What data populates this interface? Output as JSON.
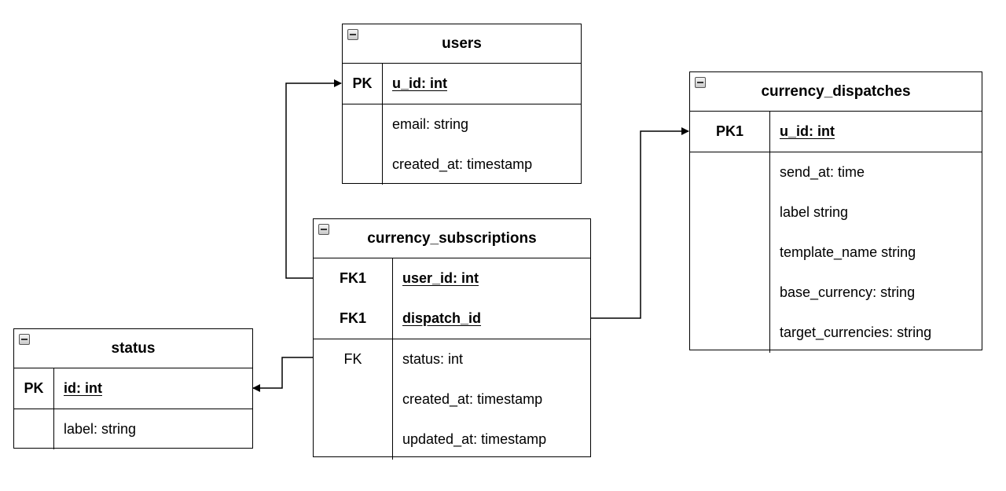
{
  "tables": {
    "users": {
      "title": "users",
      "pk": {
        "key": "PK",
        "field": "u_id: int"
      },
      "fields": [
        {
          "key": "",
          "field": "email: string"
        },
        {
          "key": "",
          "field": "created_at: timestamp"
        }
      ]
    },
    "currency_dispatches": {
      "title": "currency_dispatches",
      "pk": {
        "key": "PK1",
        "field": "u_id: int"
      },
      "fields": [
        {
          "key": "",
          "field": "send_at: time"
        },
        {
          "key": "",
          "field": "label string"
        },
        {
          "key": "",
          "field": "template_name string"
        },
        {
          "key": "",
          "field": "base_currency: string"
        },
        {
          "key": "",
          "field": "target_currencies: string"
        }
      ]
    },
    "currency_subscriptions": {
      "title": "currency_subscriptions",
      "keys": [
        {
          "key": "FK1",
          "field": "user_id: int"
        },
        {
          "key": "FK1",
          "field": "dispatch_id"
        }
      ],
      "fields": [
        {
          "key": "FK",
          "field": "status: int"
        },
        {
          "key": "",
          "field": "created_at: timestamp"
        },
        {
          "key": "",
          "field": "updated_at: timestamp"
        }
      ]
    },
    "status": {
      "title": "status",
      "pk": {
        "key": "PK",
        "field": "id: int"
      },
      "fields": [
        {
          "key": "",
          "field": "label: string"
        }
      ]
    }
  },
  "relationships": [
    {
      "from": "currency_subscriptions.user_id",
      "to": "users.u_id"
    },
    {
      "from": "currency_subscriptions.dispatch_id",
      "to": "currency_dispatches.u_id"
    },
    {
      "from": "currency_subscriptions.status",
      "to": "status.id"
    }
  ],
  "colors": {
    "line": "#000000",
    "background": "#ffffff"
  },
  "icons": {
    "collapse": "minus-box-icon"
  }
}
